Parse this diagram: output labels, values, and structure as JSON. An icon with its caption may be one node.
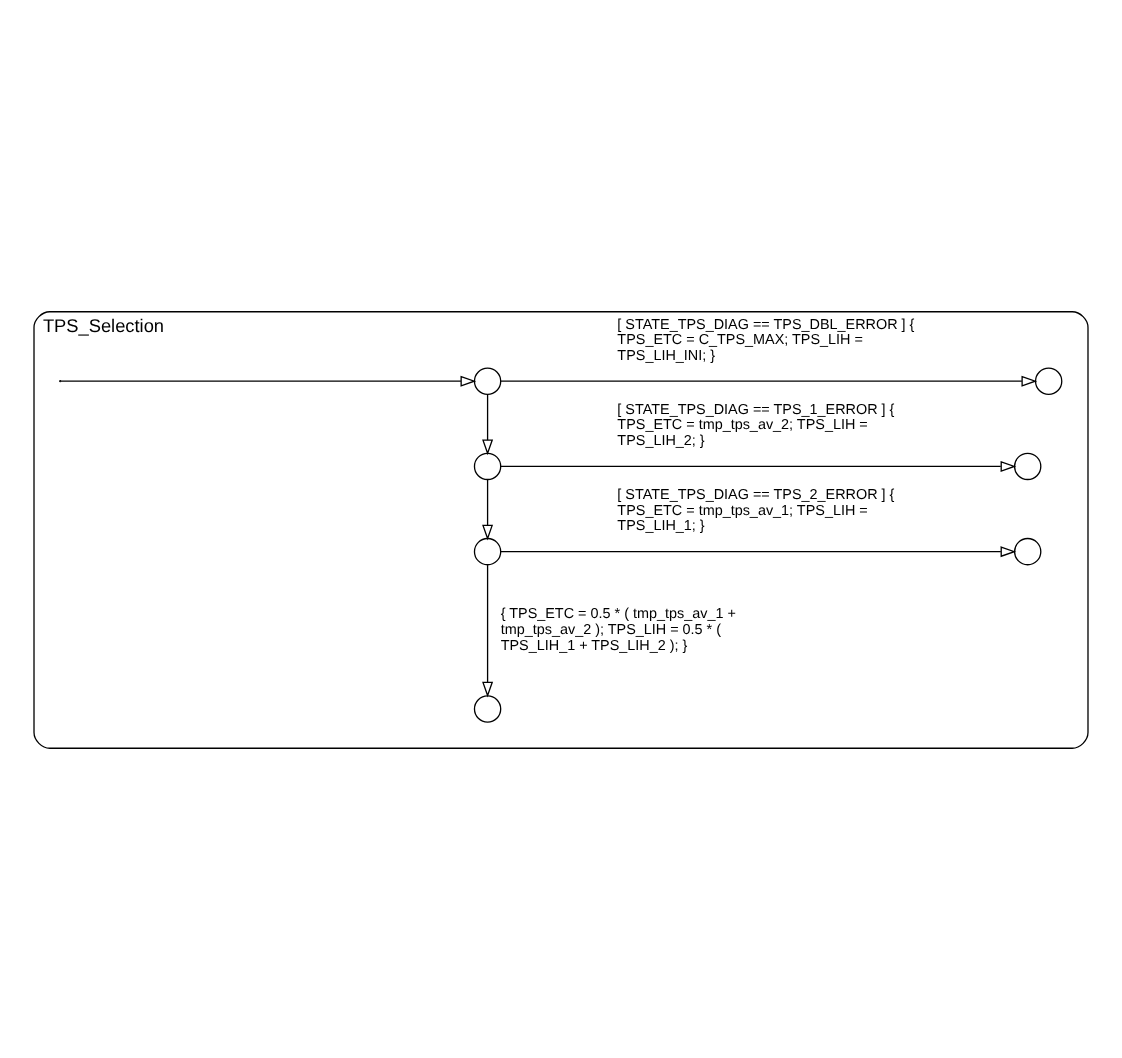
{
  "diagram": {
    "nodes": [
      {
        "text": [
          "TPS_Selection"
        ]
      },
      {
        "text": [],
        "shape": "circle",
        "in": 0
      },
      {
        "text": [],
        "shape": "circle",
        "in": 0
      },
      {
        "text": [],
        "shape": "circle",
        "in": 0
      },
      {
        "text": [],
        "shape": "circle",
        "in": 0
      },
      {
        "text": [],
        "shape": "circle",
        "in": 0
      },
      {
        "text": [],
        "shape": "circle",
        "in": 0
      },
      {
        "text": [],
        "shape": "circle",
        "in": 0
      }
    ],
    "edges": [
      {
        "from": null,
        "to": 1,
        "arrow": "to"
      },
      {
        "from": 1,
        "to": 2,
        "arrow": "to",
        "label": "[ STATE_TPS_DIAG == TPS_DBL_ERROR ] { TPS_ETC = C_TPS_MAX; TPS_LIH = TPS_LIH_INI; }"
      },
      {
        "from": 1,
        "to": 3,
        "arrow": "to"
      },
      {
        "from": 3,
        "to": 4,
        "arrow": "to",
        "label": "[ STATE_TPS_DIAG == TPS_1_ERROR ] { TPS_ETC = tmp_tps_av_2; TPS_LIH = TPS_LIH_2; }"
      },
      {
        "from": 3,
        "to": 5,
        "arrow": "to"
      },
      {
        "from": 5,
        "to": 6,
        "arrow": "to",
        "label": "[ STATE_TPS_DIAG == TPS_2_ERROR ] { TPS_ETC = tmp_tps_av_1; TPS_LIH = TPS_LIH_1; }"
      },
      {
        "from": 5,
        "to": 7,
        "arrow": "to",
        "label": "{ TPS_ETC = 0.5 * ( tmp_tps_av_1 + tmp_tps_av_2 ); TPS_LIH = 0.5 * ( TPS_LIH_1 + TPS_LIH_2 ); }"
      }
    ]
  }
}
